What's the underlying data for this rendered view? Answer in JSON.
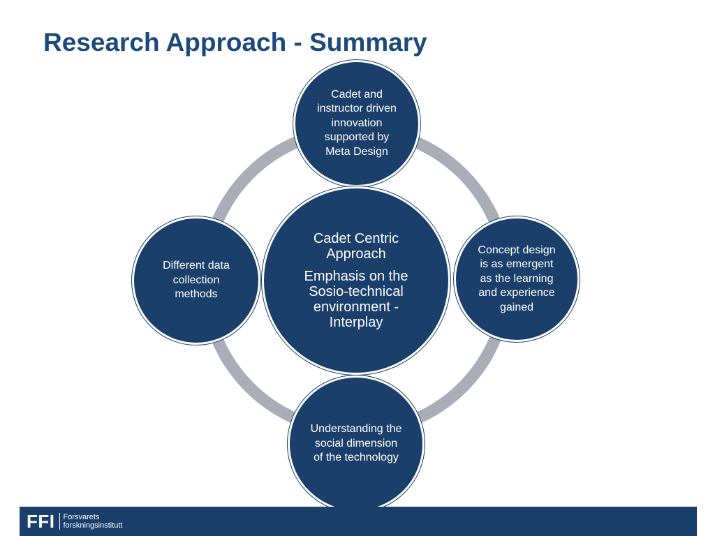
{
  "slide": {
    "title": "Research Approach - Summary"
  },
  "diagram": {
    "center": {
      "lines": [
        "Cadet Centric Approach",
        "Emphasis on the Sosio-technical environment - Interplay"
      ]
    },
    "nodes": {
      "top": "Cadet and instructor driven innovation supported by Meta Design",
      "right": "Concept design is as emergent as the learning and experience gained",
      "bottom": "Understanding the social dimension of the technology",
      "left": "Different data collection methods"
    },
    "colors": {
      "node_fill": "#1a3f6b",
      "ring": "#a9adb5",
      "title": "#1b4a7a"
    }
  },
  "footer": {
    "logo_mark": "FFI",
    "logo_line1": "Forsvarets",
    "logo_line2": "forskningsinstitutt"
  }
}
